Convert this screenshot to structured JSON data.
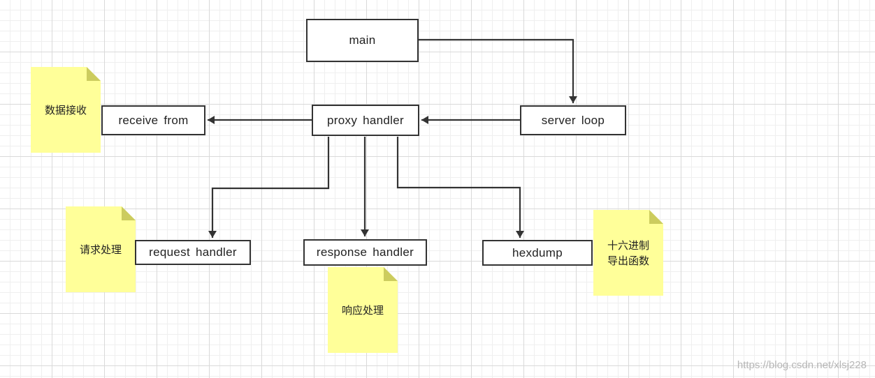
{
  "colors": {
    "note_fill": "#ffff99",
    "note_fold": "#cccc5e",
    "stroke": "#333333"
  },
  "nodes": {
    "main": "main",
    "server_loop": "server  loop",
    "proxy_handler": "proxy  handler",
    "receive_from": "receive  from",
    "request_handler": "request  handler",
    "response_handler": "response  handler",
    "hexdump": "hexdump"
  },
  "notes": {
    "data_receive": "数据接收",
    "request_process": "请求处理",
    "response_process": "响应处理",
    "hexdump_export": "十六进制\n导出函数"
  },
  "watermark": "https://blog.csdn.net/xlsj228"
}
